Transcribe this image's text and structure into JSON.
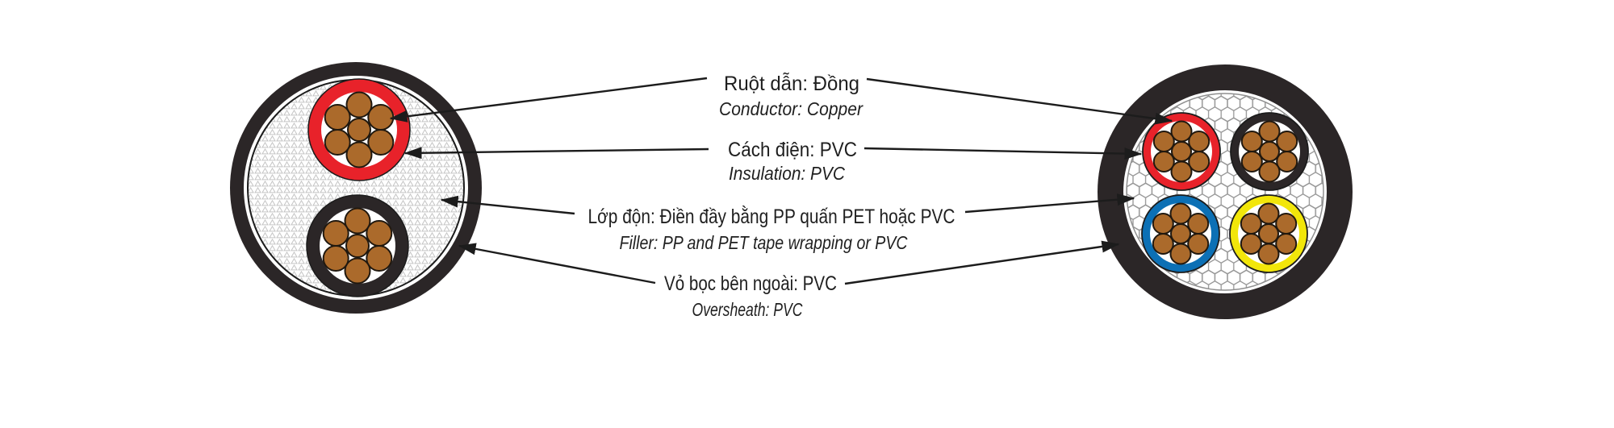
{
  "diagram": {
    "labels": {
      "conductor": {
        "vi": "Ruột dẫn: Đồng",
        "en": "Conductor: Copper"
      },
      "insulation": {
        "vi": "Cách điện: PVC",
        "en": "Insulation: PVC"
      },
      "filler": {
        "vi": "Lớp độn: Điền đầy bằng PP quấn PET hoặc PVC",
        "en": "Filler: PP and PET tape wrapping or PVC"
      },
      "oversheath": {
        "vi": "Vỏ bọc bên ngoài: PVC",
        "en": "Oversheath: PVC"
      }
    },
    "left_cable": {
      "cores": [
        "red",
        "black"
      ],
      "strands_per_core": 7
    },
    "right_cable": {
      "cores": [
        "red",
        "black",
        "blue",
        "yellow"
      ],
      "strands_per_core": 7
    },
    "colors": {
      "red": "#e8222a",
      "sheath": "#2b2627",
      "blue": "#0c70b5",
      "yellow": "#f2e60a",
      "copper": "#ab6a2b",
      "leader": "#1c1c1c"
    }
  }
}
